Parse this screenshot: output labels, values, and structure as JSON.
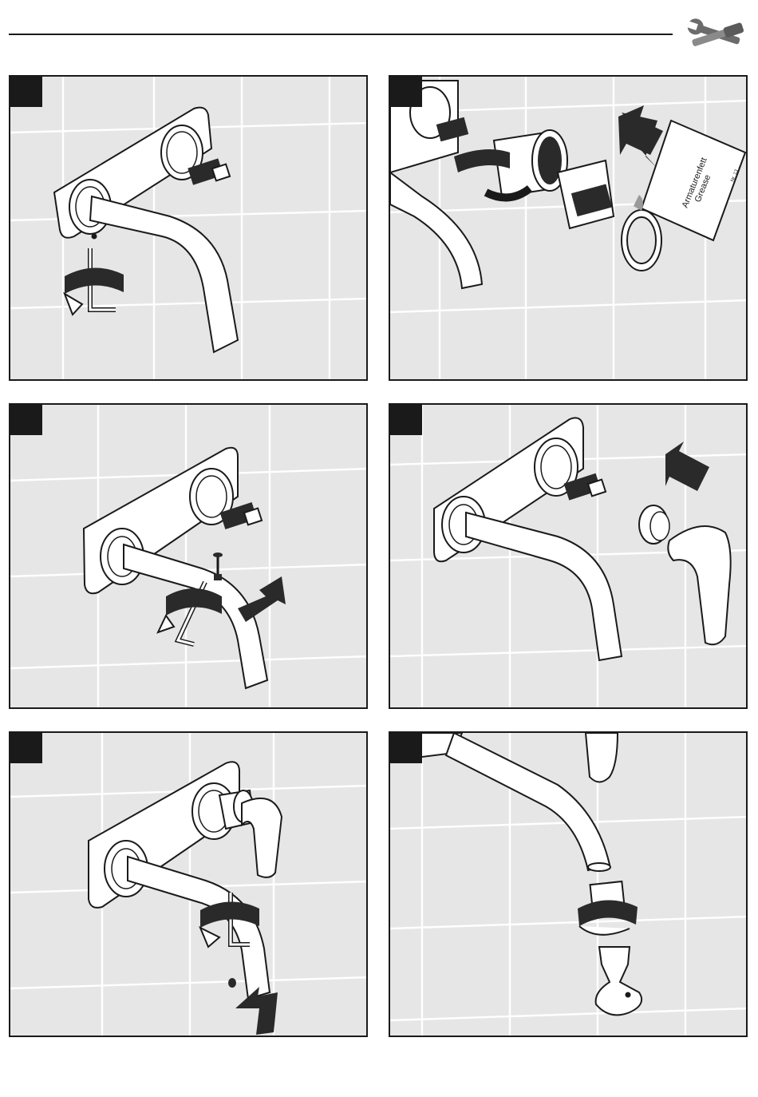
{
  "header": {
    "icon": "tools-icon"
  },
  "steps": [
    {
      "number": ""
    },
    {
      "number": ""
    },
    {
      "number": ""
    },
    {
      "number": ""
    },
    {
      "number": ""
    },
    {
      "number": ""
    }
  ],
  "grease_pack": {
    "line1": "Armaturenfett",
    "line2": "Grease",
    "code": "Nr. 13 ..."
  },
  "colors": {
    "panel_bg": "#e6e6e6",
    "line": "#1a1a1a",
    "grid": "#ffffff",
    "fill_dark": "#2a2a2a"
  }
}
